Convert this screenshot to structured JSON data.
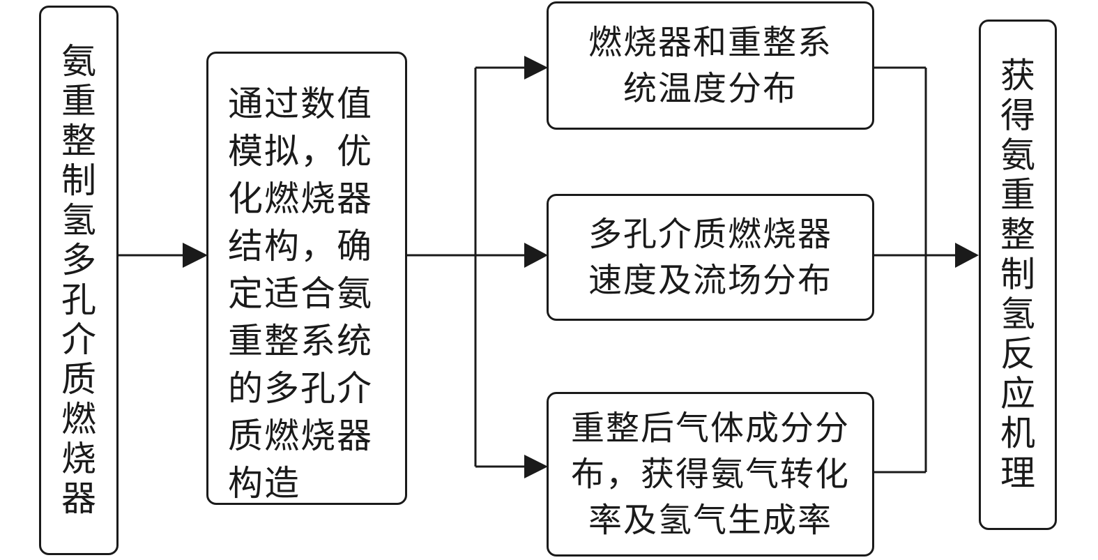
{
  "boxes": {
    "input": "氨重整制氢多孔介质燃烧器",
    "method": "通过数值模拟，优化燃烧器结构，确定适合氨重整系统的多孔介质燃烧器构造",
    "temperature": "燃烧器和重整系统温度分布",
    "velocity": "多孔介质燃烧器速度及流场分布",
    "composition": "重整后气体成分分布，获得氨气转化率及氢气生成率",
    "output": "获得氨重整制氢反应机理"
  },
  "colors": {
    "stroke": "#1a1a1a",
    "background": "#ffffff"
  }
}
